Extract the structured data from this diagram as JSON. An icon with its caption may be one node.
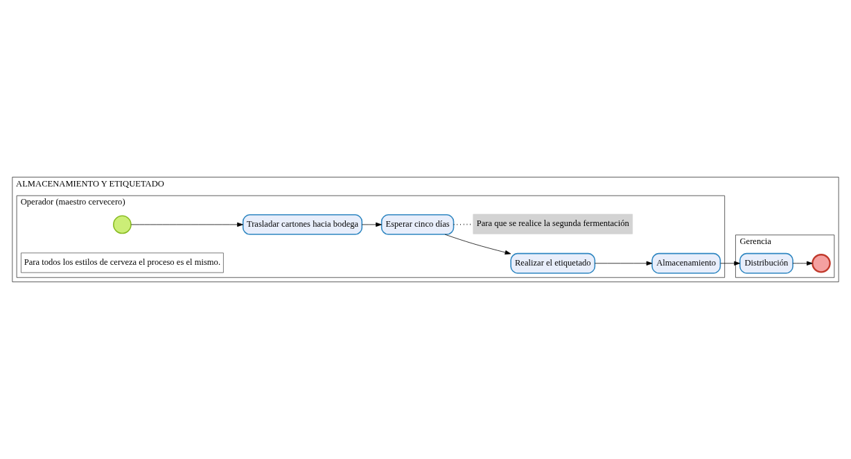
{
  "diagram": {
    "nodes": [
      {
        "text": [
          "ALMACENAMIENTO Y ETIQUETADO"
        ]
      },
      {
        "text": [
          "Gerencia"
        ],
        "in": 0
      },
      {
        "text": [
          "Operador (maestro cervecero)"
        ],
        "in": 0
      },
      {
        "text": [
          "Distribución"
        ],
        "in": 1
      },
      {
        "text": [],
        "shape": "circle",
        "in": 1
      },
      {
        "text": [],
        "shape": "circle",
        "in": 2
      },
      {
        "text": [
          "Trasladar cartones hacia bodega"
        ],
        "in": 2
      },
      {
        "text": [
          "Esperar cinco días"
        ],
        "in": 2
      },
      {
        "text": [
          "Realizar el etiquetado"
        ],
        "in": 2
      },
      {
        "text": [
          "Almacenamiento"
        ],
        "in": 2
      },
      {
        "text": [
          "Para todos los estilos de cerveza el proceso es el mismo."
        ],
        "in": 2
      },
      {
        "text": [
          "Para que se realice la segunda fermentación"
        ],
        "in": 2
      }
    ],
    "edges": [
      {
        "from": 5,
        "to": 6,
        "arrow": "to"
      },
      {
        "from": 6,
        "to": 7,
        "arrow": "to"
      },
      {
        "from": 7,
        "to": 8,
        "arrow": "to"
      },
      {
        "from": 8,
        "to": 9,
        "arrow": "to"
      },
      {
        "from": 9,
        "to": 3,
        "arrow": "to"
      },
      {
        "from": 3,
        "to": 4,
        "arrow": "to"
      },
      {
        "from": 7,
        "to": 11,
        "arrow": "none",
        "style": "dashed"
      }
    ]
  }
}
